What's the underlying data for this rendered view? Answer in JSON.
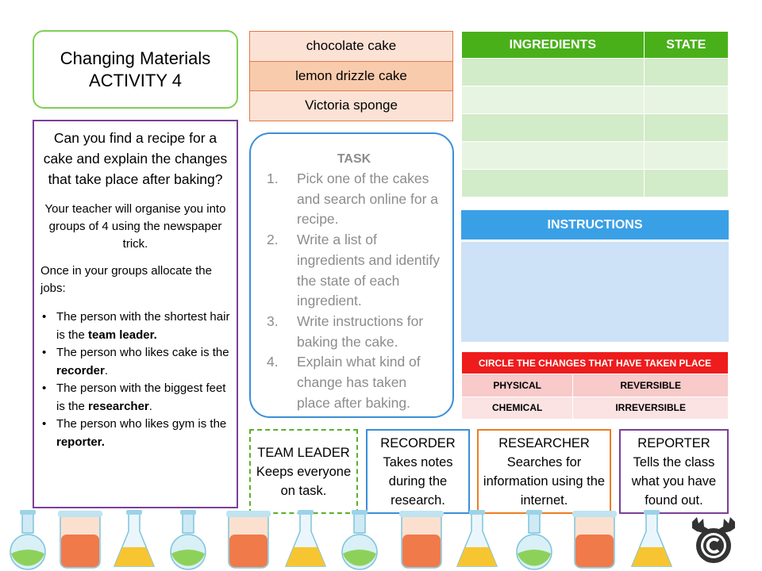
{
  "title": {
    "line1": "Changing Materials",
    "line2": "ACTIVITY 4"
  },
  "left_panel": {
    "question": "Can you find a recipe for a cake and explain the changes that take place after baking?",
    "para1": "Your teacher will organise you into groups of 4 using the newspaper trick.",
    "para2": "Once in your groups allocate the jobs:",
    "bullets": [
      {
        "pre": "The person with the shortest hair is the ",
        "bold": "team leader."
      },
      {
        "pre": "The person who likes cake is the ",
        "bold": "recorder",
        "post": "."
      },
      {
        "pre": "The person with the biggest feet is the ",
        "bold": "researcher",
        "post": "."
      },
      {
        "pre": "The person who likes gym is the ",
        "bold": "reporter."
      }
    ]
  },
  "cakes": [
    "chocolate cake",
    "lemon drizzle cake",
    "Victoria sponge"
  ],
  "task": {
    "title": "TASK",
    "steps": [
      {
        "num": "1.",
        "text": "Pick one of the cakes and search online for a recipe."
      },
      {
        "num": "2.",
        "text": "Write a list of ingredients and identify the state of each ingredient."
      },
      {
        "num": "3.",
        "text": "Write instructions for baking the cake."
      },
      {
        "num": "4.",
        "text": "Explain what kind of change has taken place after baking."
      }
    ]
  },
  "ingredients_table": {
    "headers": [
      "INGREDIENTS",
      "STATE"
    ],
    "empty_rows": 5
  },
  "instructions": {
    "heading": "INSTRUCTIONS"
  },
  "changes": {
    "heading": "CIRCLE THE CHANGES THAT HAVE TAKEN PLACE",
    "rows": [
      [
        "PHYSICAL",
        "REVERSIBLE"
      ],
      [
        "CHEMICAL",
        "IRREVERSIBLE"
      ]
    ]
  },
  "roles": [
    {
      "title": "TEAM LEADER",
      "desc": "Keeps everyone on task."
    },
    {
      "title": "RECORDER",
      "desc": "Takes notes during the research."
    },
    {
      "title": "RESEARCHER",
      "desc": "Searches for information using the internet."
    },
    {
      "title": "REPORTER",
      "desc": "Tells the class what you have found out."
    }
  ],
  "colors": {
    "green": "#49b01a",
    "purple": "#7b3f96",
    "blue": "#3a8fd8",
    "orange": "#ec7d22",
    "red": "#ee1c1c"
  },
  "decorations": {
    "flask_icons": [
      "round-flask-green",
      "beaker-orange",
      "conical-flask-yellow",
      "round-flask-green",
      "beaker-orange",
      "conical-flask-yellow",
      "round-flask-green",
      "beaker-orange",
      "conical-flask-yellow",
      "round-flask-green",
      "beaker-orange",
      "conical-flask-yellow"
    ],
    "logo": "moose-copyright-logo"
  }
}
